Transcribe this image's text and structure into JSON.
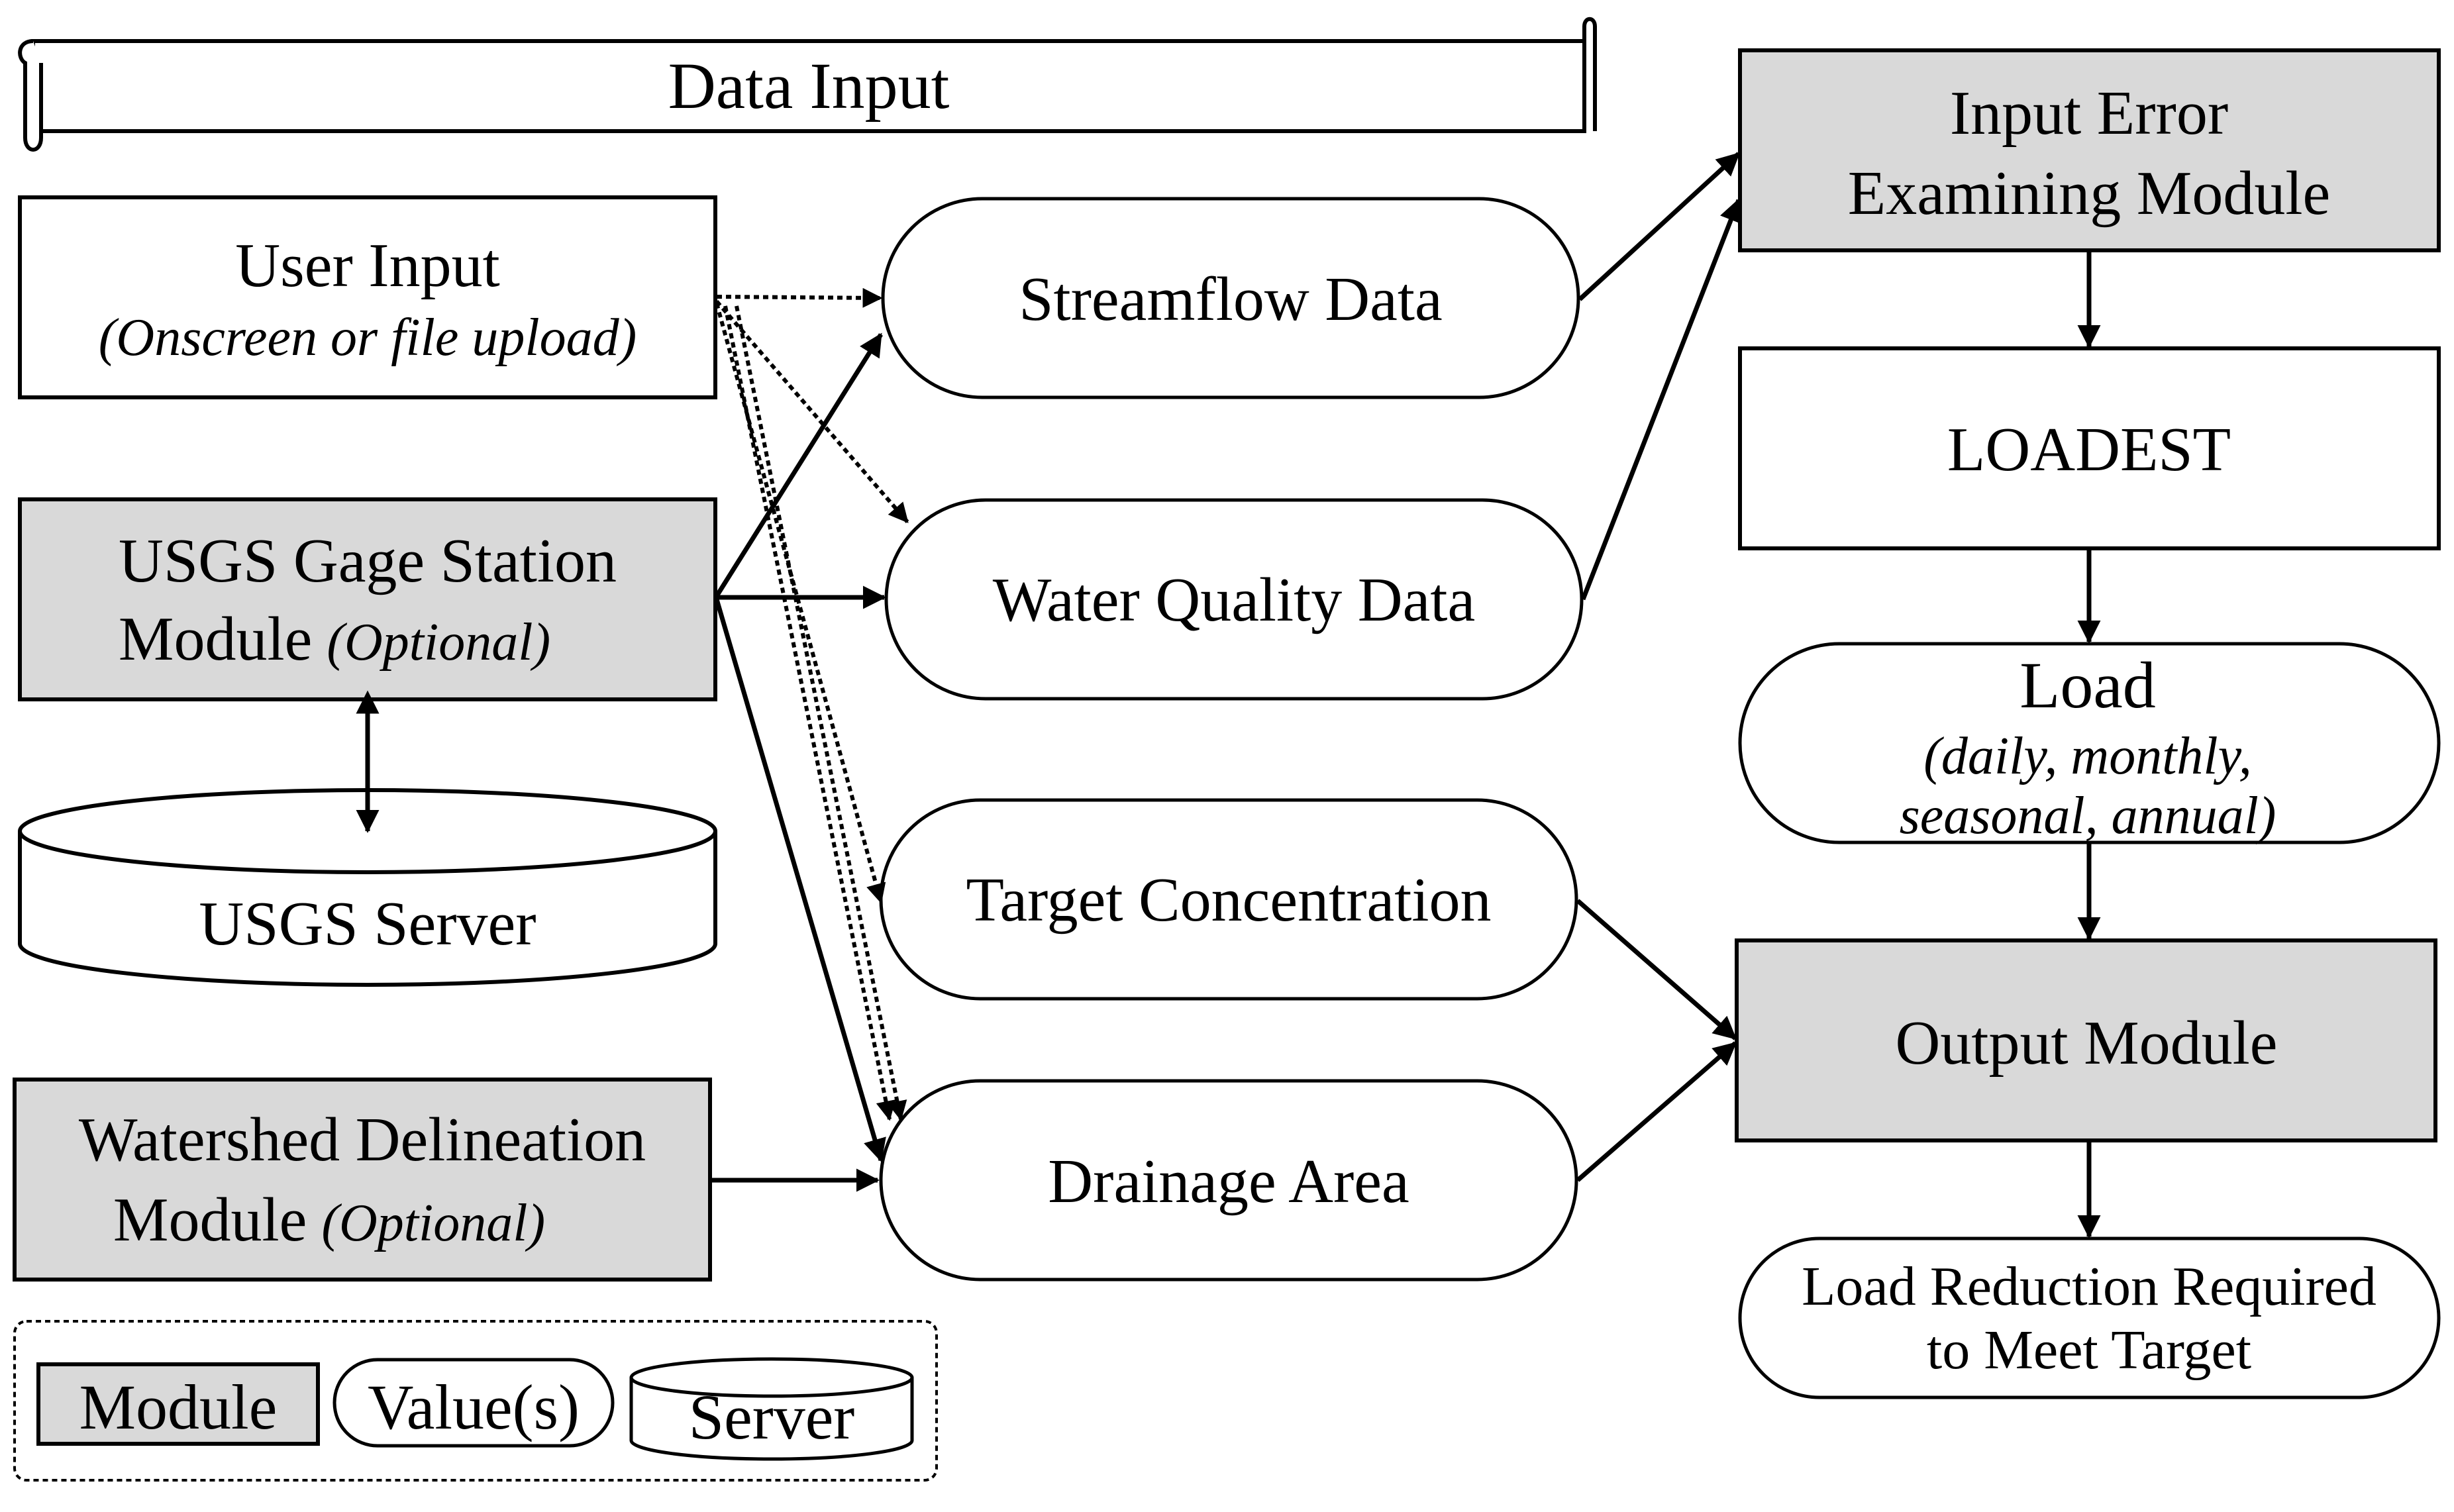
{
  "header": {
    "title": "Data Input"
  },
  "inputs": {
    "user_input": {
      "title": "User Input",
      "subtitle": "(Onscreen or file upload)"
    },
    "usgs_gage": {
      "title": "USGS Gage Station",
      "module": "Module",
      "optional": "(Optional)"
    },
    "usgs_server": {
      "title": "USGS Server"
    },
    "watershed": {
      "title": "Watershed Delineation",
      "module": "Module",
      "optional": "(Optional)"
    }
  },
  "values": {
    "streamflow": "Streamflow Data",
    "water_quality": "Water Quality Data",
    "target": "Target Concentration",
    "drainage": "Drainage Area"
  },
  "process": {
    "error_module": {
      "line1": "Input Error",
      "line2": "Examining Module"
    },
    "loadest": "LOADEST",
    "load": {
      "title": "Load",
      "line1": "(daily, monthly,",
      "line2": "seasonal, annual)"
    },
    "output_module": "Output Module",
    "load_reduction": {
      "line1": "Load Reduction Required",
      "line2": "to Meet Target"
    }
  },
  "legend": {
    "module": "Module",
    "values": "Value(s)",
    "server": "Server"
  },
  "colors": {
    "module_fill": "#d9d9d9",
    "stroke": "#000000",
    "background": "#ffffff"
  }
}
